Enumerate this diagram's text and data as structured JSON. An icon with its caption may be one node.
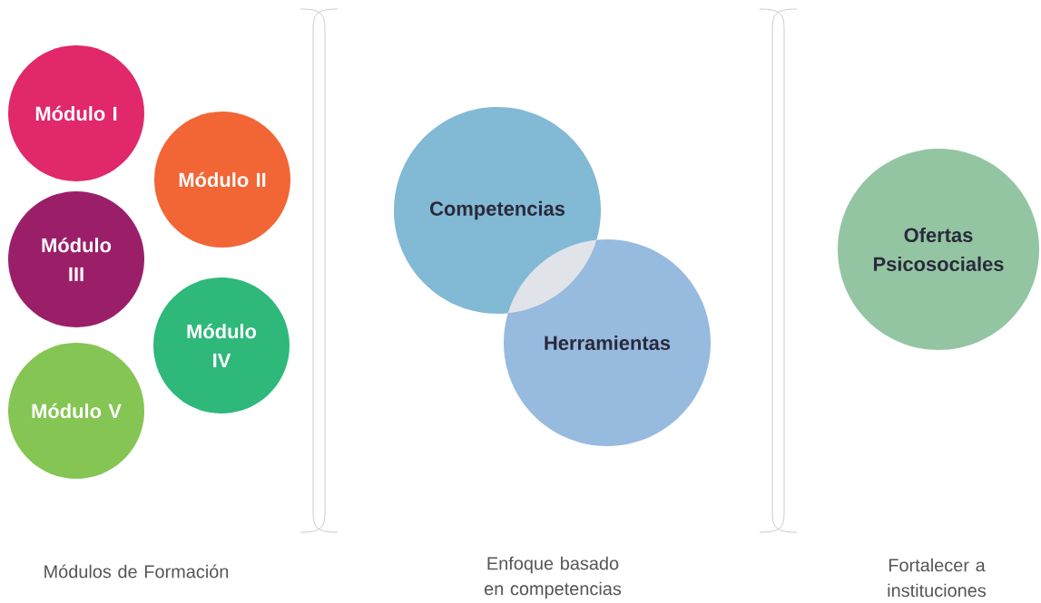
{
  "diagram": {
    "nodes": [
      {
        "text": [
          "Módulo I"
        ]
      },
      {
        "text": [
          "Módulo II"
        ]
      },
      {
        "text": [
          "Módulo III"
        ]
      },
      {
        "text": [
          "Módulo IV"
        ]
      },
      {
        "text": [
          "Módulo V"
        ]
      },
      {
        "text": [
          "Competencias"
        ]
      },
      {
        "text": [
          "Herramientas"
        ]
      },
      {
        "text": [
          "Ofertas Psicosociales"
        ]
      }
    ],
    "labels": [
      "Módulos de Formación",
      "Enfoque basado en competencias",
      "Fortalecer a instituciones"
    ]
  }
}
